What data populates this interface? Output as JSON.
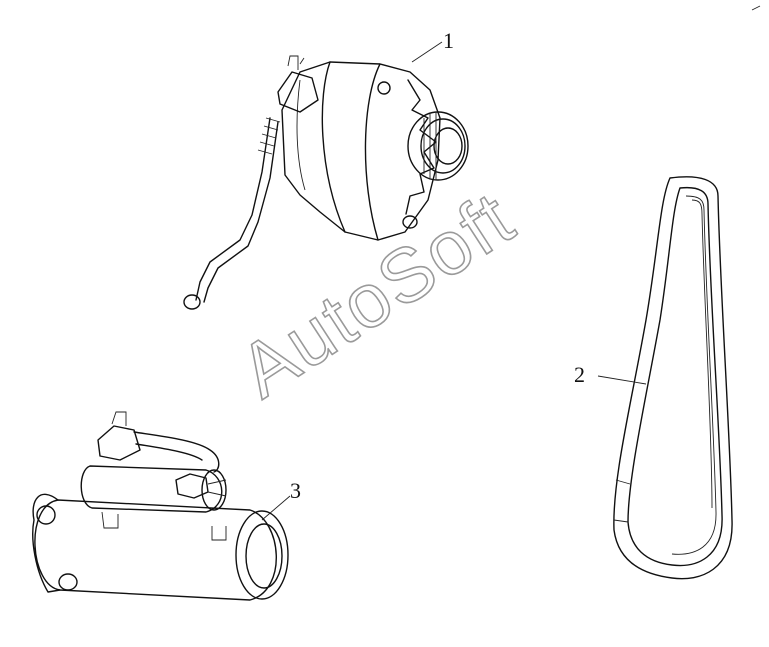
{
  "callouts": [
    {
      "id": "1",
      "label": "1",
      "part": "alternator"
    },
    {
      "id": "2",
      "label": "2",
      "part": "belt"
    },
    {
      "id": "3",
      "label": "3",
      "part": "starter"
    }
  ],
  "watermark": "AutoSoft",
  "colors": {
    "line": "#111111",
    "watermark_outline": "#9a9a9a",
    "background": "#ffffff"
  }
}
